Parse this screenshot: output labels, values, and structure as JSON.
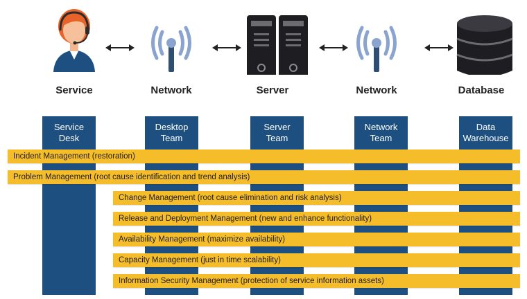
{
  "nodes": [
    {
      "label": "Service",
      "icon": "service-agent-icon"
    },
    {
      "label": "Network",
      "icon": "network-antenna-icon"
    },
    {
      "label": "Server",
      "icon": "server-icon"
    },
    {
      "label": "Network",
      "icon": "network-antenna-icon"
    },
    {
      "label": "Database",
      "icon": "database-icon"
    }
  ],
  "columns": [
    {
      "line1": "Service",
      "line2": "Desk"
    },
    {
      "line1": "Desktop",
      "line2": "Team"
    },
    {
      "line1": "Server",
      "line2": "Team"
    },
    {
      "line1": "Network",
      "line2": "Team"
    },
    {
      "line1": "Data",
      "line2": "Warehouse"
    }
  ],
  "bars": [
    {
      "label": "Incident Management (restoration)"
    },
    {
      "label": "Problem Management (root cause identification and trend analysis)"
    },
    {
      "label": "Change Management (root cause elimination and risk analysis)"
    },
    {
      "label": "Release and Deployment Management (new and enhance functionality)"
    },
    {
      "label": "Availability Management (maximize availability)"
    },
    {
      "label": "Capacity Management (just in time scalability)"
    },
    {
      "label": "Information Security Management (protection of service information assets)"
    }
  ],
  "colors": {
    "column": "#1d4f80",
    "bar": "#f6bd2b",
    "antenna": "#8aa4cf",
    "antenna_mast": "#2e4f73",
    "dark_device": "#1e1e22"
  }
}
